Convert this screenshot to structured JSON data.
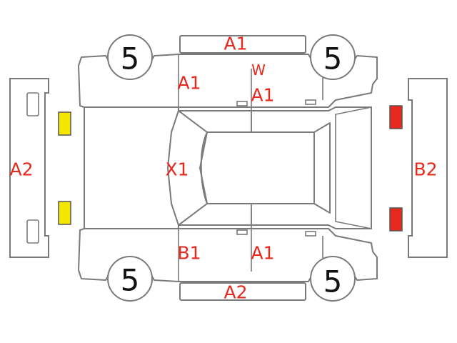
{
  "diagram": {
    "colors": {
      "outline": "#7a7a7a",
      "damage_text": "#e8281c",
      "front_lamp": "#f5e600",
      "rear_lamp": "#e8281c",
      "wheel_text": "#111111"
    },
    "wheels": {
      "front_left": "5",
      "rear_left": "5",
      "front_right": "5",
      "rear_right": "5"
    },
    "marks": {
      "top_bar": "A1",
      "top_front_door": "A1",
      "top_rear_door_w": "W",
      "top_rear_door": "A1",
      "front_bumper": "A2",
      "hood": "X1",
      "rear_bumper": "B2",
      "bottom_front_door": "B1",
      "bottom_rear_door": "A1",
      "bottom_bar": "A2"
    }
  }
}
